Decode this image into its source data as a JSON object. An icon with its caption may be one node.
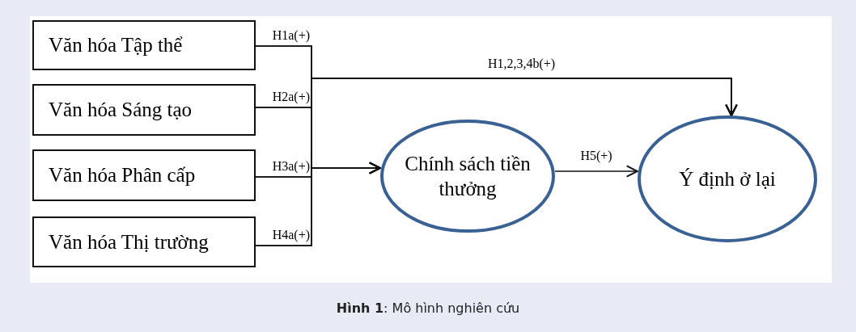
{
  "diagram": {
    "caption": "**Hình 1**: Mô hình nghiên cứu",
    "nodes": [
      {
        "text": [
          "Văn hóa Tập thể"
        ]
      },
      {
        "text": [
          "Văn hóa Sáng tạo"
        ]
      },
      {
        "text": [
          "Văn hóa Phân cấp"
        ]
      },
      {
        "text": [
          "Văn hóa Thị trường"
        ]
      },
      {
        "text": [
          "Chính sách tiền thưởng"
        ]
      },
      {
        "text": [
          "Ý định ở lại"
        ]
      }
    ],
    "edges": [
      {
        "from": 0,
        "to": 4,
        "arrow": "to",
        "label": "H1a(+)"
      },
      {
        "from": 1,
        "to": 4,
        "arrow": "to",
        "label": "H2a(+)"
      },
      {
        "from": 2,
        "to": 4,
        "arrow": "to",
        "label": "H3a(+)"
      },
      {
        "from": 3,
        "to": 4,
        "arrow": "to",
        "label": "H4a(+)"
      },
      {
        "from": 0,
        "to": 5,
        "arrow": "to",
        "label": "H1,2,3,4b(+)"
      },
      {
        "from": 1,
        "to": 5,
        "arrow": "to"
      },
      {
        "from": 2,
        "to": 5,
        "arrow": "to"
      },
      {
        "from": 3,
        "to": 5,
        "arrow": "to"
      },
      {
        "from": 4,
        "to": 5,
        "arrow": "to",
        "label": "H5(+)"
      }
    ]
  }
}
